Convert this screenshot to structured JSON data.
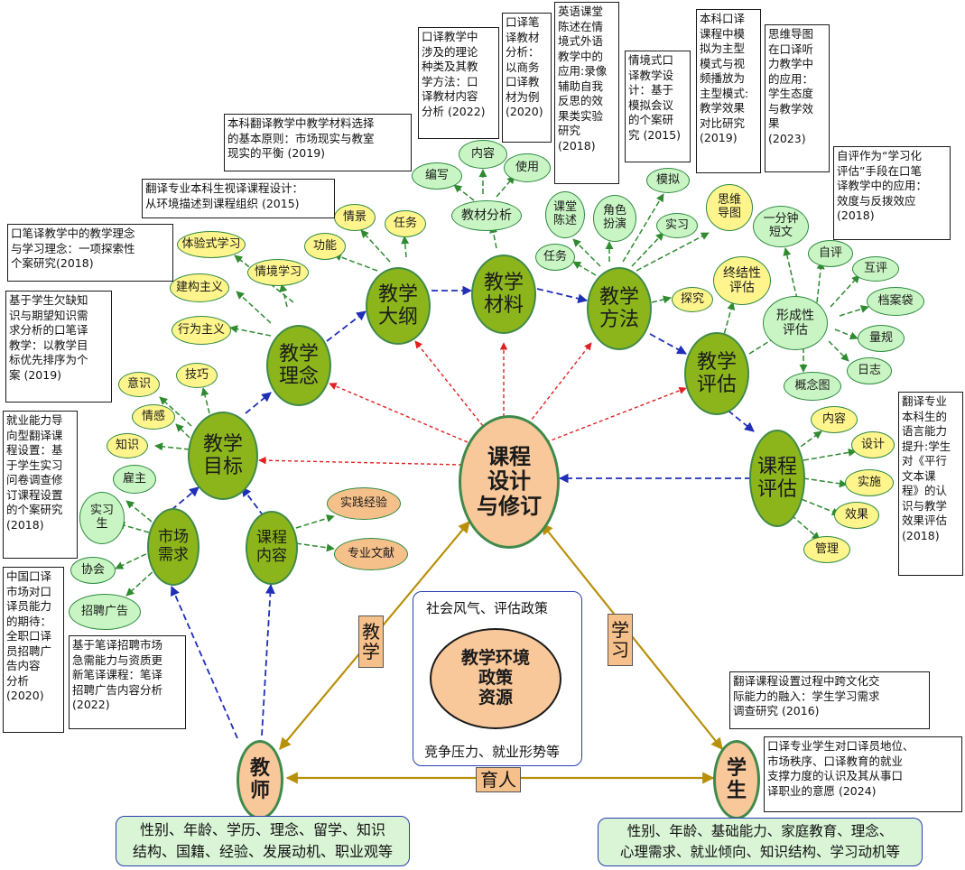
{
  "center": "课程\n设计\n与修订",
  "main": {
    "goal": "教学\n目标",
    "concept": "教学\n理念",
    "syllabus": "教学\n大纲",
    "material": "教学\n材料",
    "method": "教学\n方法",
    "assess": "教学\n评估",
    "course_eval": "课程\n评估"
  },
  "sub": {
    "market": "市场\n需求",
    "content": "课程\n内容",
    "material_analysis": "教材分析",
    "formative": "形成性\n评估",
    "summative": "终结性\n评估"
  },
  "leaves": {
    "yishi": "意识",
    "jiqiao": "技巧",
    "qinggan": "情感",
    "zhishi": "知识",
    "gongneng": "功能",
    "qingjing": "情景",
    "renwu1": "任务",
    "tiyan": "体验式学习",
    "qingjing_xuexi": "情境学习",
    "jiangou": "建构主义",
    "xingwei": "行为主义",
    "bianxie": "编写",
    "neirong1": "内容",
    "shiyong": "使用",
    "renwu2": "任务",
    "ketang": "课堂\n陈述",
    "juese": "角色\n扮演",
    "moni": "模拟",
    "shixi1": "实习",
    "siwei": "思维\n导图",
    "tanjiu": "探究",
    "yifenzhong": "一分钟\n短文",
    "ziping": "自评",
    "huping": "互评",
    "dangan": "档案袋",
    "lianggui": "量规",
    "rizhi": "日志",
    "gainian": "概念图",
    "neirong2": "内容",
    "sheji": "设计",
    "shishi": "实施",
    "xiaoguo": "效果",
    "guanli": "管理",
    "guzhu": "雇主",
    "shixisheng": "实习\n生",
    "xiehui": "协会",
    "zhaopin": "招聘广告",
    "shijian": "实践经验",
    "zhuanye": "专业文献"
  },
  "boxes": {
    "b_kouyi_theory": "口译教学中\n涉及的理论\n种类及其教\n学方法：口\n译教材内容\n分析 (2022)",
    "b_kouyi_material": "口译笔\n译教材\n分析：\n以商务\n口译教\n材为例\n(2020)",
    "b_english_video": "英语课堂\n陈述在情\n境式外语\n教学中的\n应用:录像\n辅助自我\n反思的效\n果类实验\n研究\n(2018)",
    "b_situational": "情境式口\n译教学设\n计：基于\n模拟会议\n的个案研\n究 (2015)",
    "b_simulation": "本科口译\n课程中模\n拟为主型\n模式与视\n频播放为\n主型模式:\n教学效果\n对比研究\n(2019)",
    "b_mindmap": "思维导图\n在口译听\n力教学中\n的应用：\n学生态度\n与教学效\n果\n(2023)",
    "b_selfeval": "自评作为“学习化\n评估”手段在口笔\n译教学中的应用：\n效度与反拨效应\n(2018)",
    "b_material_select": "本科翻译教学中教学材料选择\n的基本原则：市场现实与教室\n现实的平衡 (2019)",
    "b_sight": "翻译专业本科生视译课程设计：\n从环境描述到课程组织 (2015)",
    "b_concept": "口笔译教学中的教学理念\n与学习理念：一项探索性\n个案研究(2018)",
    "b_needs": "基于学生欠缺知\n识与期望知识需\n求分析的口笔译\n教学：以教学目\n标优先排序为个\n案 (2019)",
    "b_employ": "就业能力导\n向型翻译课\n程设置：基\n于学生实习\n问卷调查修\n订课程设置\n的个案研究\n(2018)",
    "b_china_market": "中国口译\n市场对口\n译员能力\n的期待：\n全职口译\n员招聘广\n告内容\n分析\n(2020)",
    "b_recruit": "基于笔译招聘市场\n急需能力与资质更\n新笔译课程：笔译\n招聘广告内容分析\n(2022)",
    "b_parallel": "翻译专业\n本科生的\n语言能力\n提升:学生\n对《平行\n文本课\n程》的认\n识与教学\n效果评估\n(2018)",
    "b_intercultural": "翻译课程设置过程中跨文化交\n际能力的融入：学生学习需求\n调查研究 (2016)",
    "b_student_view": "口译专业学生对口译员地位、\n市场秩序、口译教育的就业\n支撑力度的认识及其从事口\n译职业的意愿 (2024)"
  },
  "environment": {
    "top": "社会风气、评估政策",
    "core": "教学环境\n政策\n资源",
    "bottom": "竞争压力、就业形势等"
  },
  "triangle": {
    "teacher": "教\n师",
    "student": "学\n生",
    "teach": "教\n学",
    "learn": "学\n习",
    "educate": "育人"
  },
  "attributes": {
    "teacher": "性别、年龄、学历、理念、留学、知识\n结构、国籍、经验、发展动机、职业观等",
    "student": "性别、年龄、基础能力、家庭教育、理念、\n心理需求、就业倾向、知识结构、学习动机等"
  },
  "colors": {
    "main_fill": "#8cb51c",
    "leaf_yellow": "#fff58c",
    "leaf_green": "#c9f5c4",
    "peach": "#f8c79a",
    "blue_arrow": "#1f2fb8",
    "red_arrow": "#e02020",
    "green_arrow": "#2f8a30",
    "gold_arrow": "#b8900a"
  }
}
